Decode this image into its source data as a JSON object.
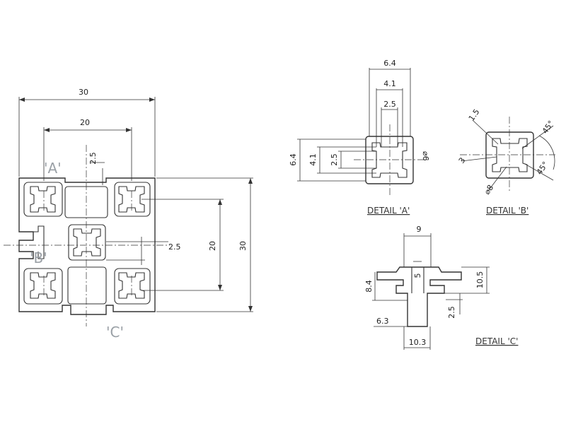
{
  "drawing": {
    "colors": {
      "line": "#333333",
      "callout": "#9aa0a6",
      "background": "#ffffff"
    },
    "main_view": {
      "dimensions": {
        "overall_width": "30",
        "slot_pitch_h": "20",
        "slot_pitch_v": "20",
        "overall_height": "30",
        "slot_offset_top": "2.5",
        "slot_offset_mid": "2.5"
      },
      "callouts": {
        "a": "'A'",
        "b": "'B'",
        "c": "'C'"
      }
    },
    "detail_a": {
      "label": "DETAIL 'A'",
      "dimensions": {
        "outer_w": "6.4",
        "mid_w": "4.1",
        "inner_w": "2.5",
        "outer_h": "6.4",
        "mid_h": "4.1",
        "inner_h": "2.5",
        "hole": "⌀6"
      }
    },
    "detail_b": {
      "label": "DETAIL 'B'",
      "dimensions": {
        "chamfer": "1.5",
        "angle_top": "45°",
        "angle_side": "45°",
        "r3": "3",
        "bore": "⌀8"
      }
    },
    "detail_c": {
      "label": "DETAIL 'C'",
      "dimensions": {
        "opening": "9",
        "depth_inner": "5",
        "height_left": "8.4",
        "height_right": "10.5",
        "lip": "2.5",
        "base_offset": "6.3",
        "base_width": "10.3"
      }
    }
  }
}
